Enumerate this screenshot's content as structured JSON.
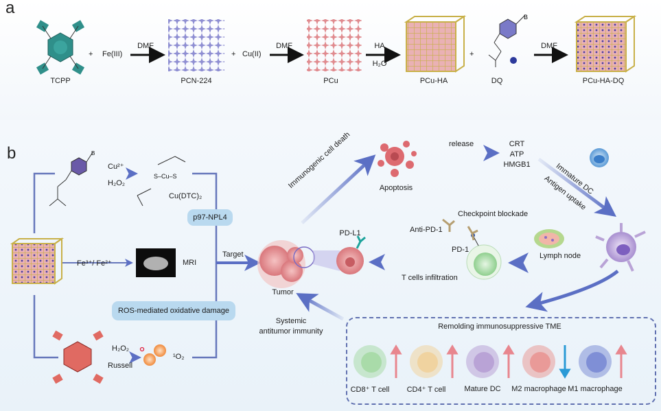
{
  "panel_a": {
    "letter": "a",
    "compounds": {
      "tcpp": "TCPP",
      "pcn224": "PCN-224",
      "pcu": "PCu",
      "pcu_ha": "PCu-HA",
      "dq": "DQ",
      "pcu_ha_dq": "PCu-HA-DQ"
    },
    "reagents": {
      "fe3": "Fe(III)",
      "cu2": "Cu(II)",
      "plus": "+"
    },
    "arrow_labels": {
      "step1": "DMF",
      "step2": "DMF",
      "step3_top": "HA",
      "step3_bottom": "H₂O",
      "step4": "DMF"
    }
  },
  "panel_b": {
    "letter": "b",
    "left": {
      "cu_label": "Cu²⁺",
      "h2o2_label": "H₂O₂",
      "cudtc_label": "Cu(DTC)₂",
      "fe_label": "Fe³⁺/ Fe²⁺",
      "mri_label": "MRI",
      "h2o2_label2": "H₂O₂",
      "russell_label": "Russell",
      "singlet_o2_label": "¹O₂",
      "p97_pill": "p97-NPL4",
      "ros_pill": "ROS-mediated oxidative damage",
      "target_label": "Target"
    },
    "center": {
      "tumor_label": "Tumor",
      "pdl1_label": "PD-L1",
      "icd_label": "Immunogenic cell death",
      "apoptosis_label": "Apoptosis",
      "release_label": "release",
      "damps": [
        "CRT",
        "ATP",
        "HMGB1"
      ],
      "immature_dc_label": "Immature DC",
      "antigen_uptake_label": "Antigen uptake",
      "checkpoint_label": "Checkpoint blockade",
      "anti_pd1_label": "Anti-PD-1",
      "pd1_label": "PD-1",
      "lymph_node_label": "Lymph node",
      "t_infiltration_label": "T cells infiltration",
      "systemic_label_line1": "Systemic",
      "systemic_label_line2": "antitumor immunity"
    },
    "tme": {
      "title": "Remolding immunosuppressive TME",
      "cells": [
        {
          "label": "CD8⁺ T cell",
          "trend": "up",
          "color": "#a9dba9"
        },
        {
          "label": "CD4⁺ T cell",
          "trend": "up",
          "color": "#f0d3a0"
        },
        {
          "label": "Mature DC",
          "trend": "up",
          "color": "#b9a3d6"
        },
        {
          "label": "M2 macrophage",
          "trend": "down",
          "color": "#e99a98"
        },
        {
          "label": "M1 macrophage",
          "trend": "up",
          "color": "#7f8fd6"
        }
      ],
      "up_color": "#e8868e",
      "down_color": "#2a9ad6"
    }
  },
  "colors": {
    "arrow_blue": "#5b6fc4",
    "connector": "#6677bb",
    "pill": "#b9d9ef",
    "tcpp_teal": "#2f8f8a",
    "pcn_purple": "#8e8ed2",
    "pcu_pink": "#e08a8e",
    "cage_gold": "#c8b048"
  }
}
